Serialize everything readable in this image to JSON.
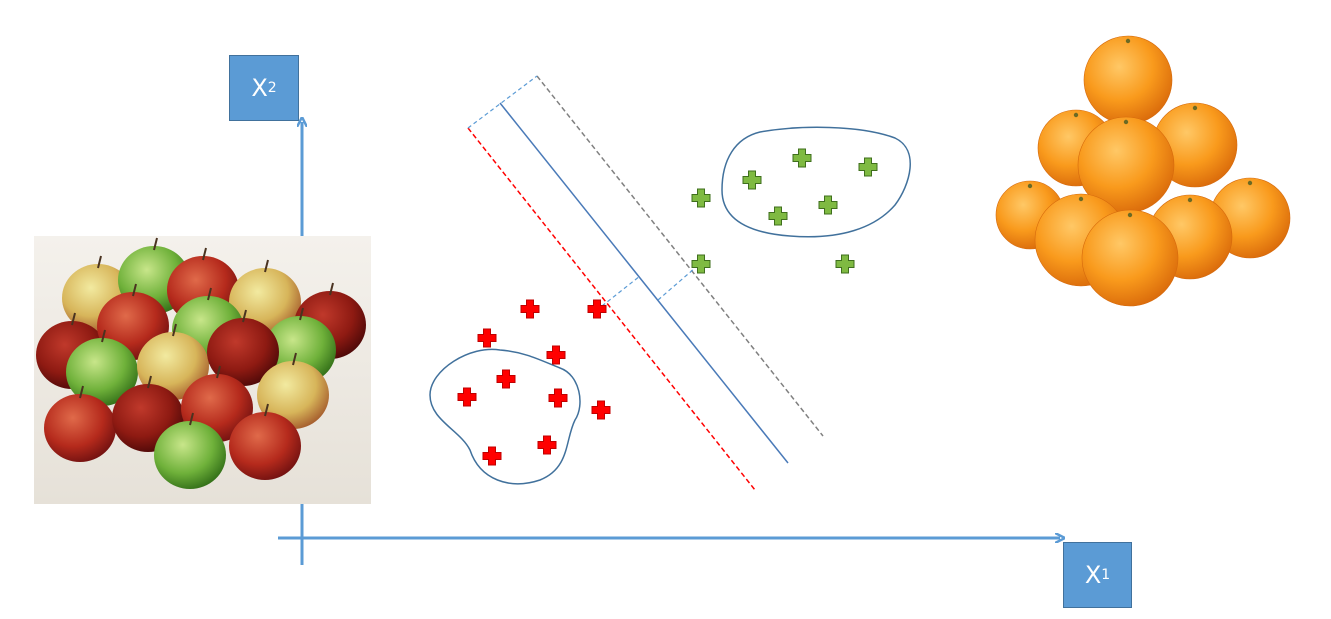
{
  "axes": {
    "x1": {
      "letter": "X",
      "sub": "1"
    },
    "x2": {
      "letter": "X",
      "sub": "2"
    }
  },
  "images": {
    "apples": "apple-pile-photo",
    "oranges": "orange-pyramid-photo"
  },
  "classes": {
    "red": {
      "color": "#ff0000",
      "marker": "plus-icon"
    },
    "green": {
      "color": "#7fba42",
      "marker": "plus-icon"
    }
  },
  "lines": {
    "decision_boundary": "#4a7ab8",
    "red_margin": "#ff0000",
    "green_margin": "#808080",
    "margin_guides": "#5b9bd5"
  },
  "axis_color": "#5b9bd5"
}
